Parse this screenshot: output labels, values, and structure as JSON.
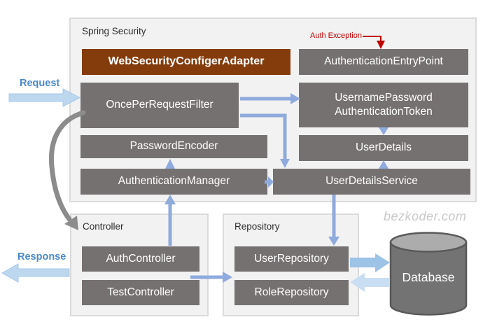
{
  "watermark": "bezkoder.com",
  "labels": {
    "request": "Request",
    "response": "Response",
    "auth_exception": "Auth Exception"
  },
  "spring_security": {
    "title": "Spring Security",
    "web_security_configer_adapter": "WebSecurityConfigerAdapter",
    "authentication_entry_point": "AuthenticationEntryPoint",
    "once_per_request_filter": "OncePerRequestFilter",
    "username_password_line1": "UsernamePassword",
    "username_password_line2": "AuthenticationToken",
    "password_encoder": "PasswordEncoder",
    "user_details": "UserDetails",
    "authentication_manager": "AuthenticationManager",
    "user_details_service": "UserDetailsService"
  },
  "controller": {
    "title": "Controller",
    "auth_controller": "AuthController",
    "test_controller": "TestController"
  },
  "repository": {
    "title": "Repository",
    "user_repository": "UserRepository",
    "role_repository": "RoleRepository"
  },
  "database": {
    "label": "Database"
  },
  "colors": {
    "box_gray": "#767171",
    "box_brown": "#853C0C",
    "arrow_blue": "#8FAADC",
    "flow_arrow_light": "#BDD7EE",
    "flow_arrow_to_db": "#9DC3E6",
    "flow_arrow_from_db": "#C9DEF2",
    "flow_label_blue": "#4A89CE",
    "exception_red": "#C00000",
    "container_fill": "#F2F2F2",
    "container_border": "#DBDBDB",
    "curve_gray": "#8C8C8C",
    "watermark_gray": "#C9C9C9",
    "database_body": "#737373",
    "database_top": "#ACACAC"
  }
}
